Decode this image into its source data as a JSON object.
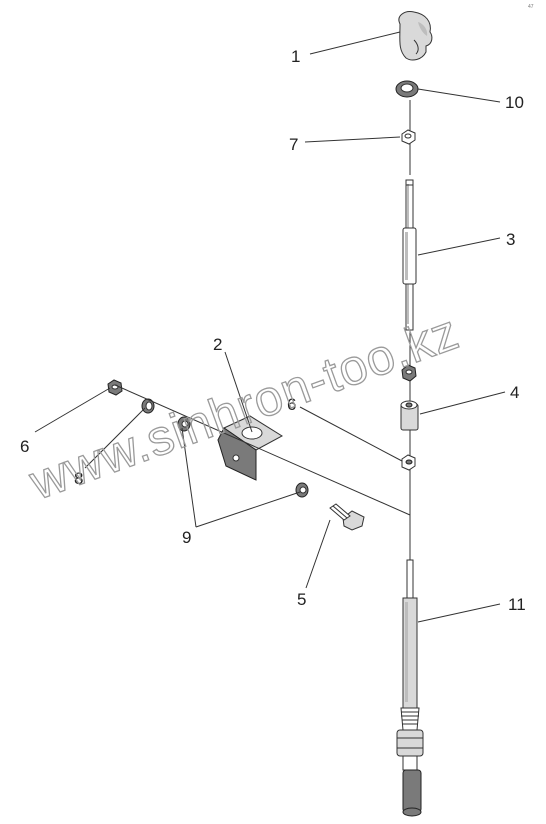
{
  "diagram": {
    "corner_mark": "47",
    "watermark": "www.sinhron-too.kz",
    "callouts": {
      "c1": "1",
      "c10": "10",
      "c7": "7",
      "c3": "3",
      "c2": "2",
      "c4": "4",
      "c6_right": "6",
      "c6_left": "6",
      "c8": "8",
      "c9": "9",
      "c5": "5",
      "c11": "11"
    }
  }
}
